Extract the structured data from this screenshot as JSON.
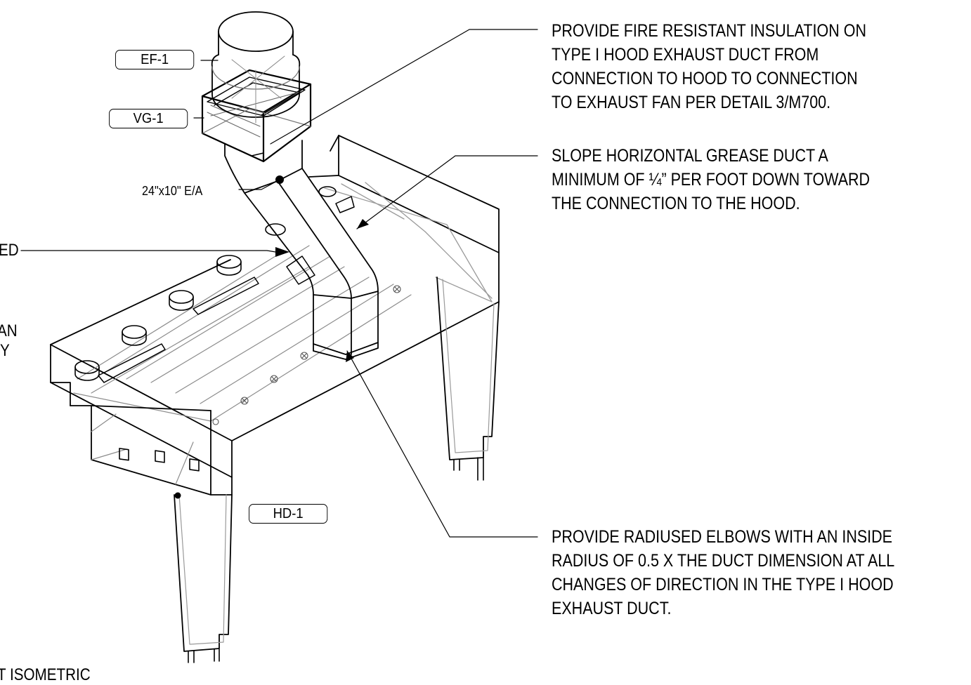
{
  "tags": {
    "ef1": "EF-1",
    "vg1": "VG-1",
    "hd1": "HD-1"
  },
  "duct_label": "24\"x10\" E/A",
  "notes": {
    "insulation": "PROVIDE FIRE RESISTANT INSULATION ON\nTYPE I HOOD EXHAUST DUCT FROM\nCONNECTION TO HOOD TO CONNECTION\nTO EXHAUST FAN PER DETAIL 3/M700.",
    "slope": "SLOPE HORIZONTAL GREASE DUCT A\nMINIMUM OF ¼” PER FOOT DOWN TOWARD\nTHE CONNECTION TO THE HOOD.",
    "elbows": "PROVIDE RADIUSED ELBOWS WITH AN INSIDE\nRADIUS OF 0.5 X THE DUCT DIMENSION AT ALL\nCHANGES OF DIRECTION IN THE TYPE I HOOD\nEXHAUST DUCT."
  },
  "cut_text": {
    "left_1": "ED",
    "left_2": "AN",
    "left_3": "Y",
    "title": "T ISOMETRIC"
  }
}
